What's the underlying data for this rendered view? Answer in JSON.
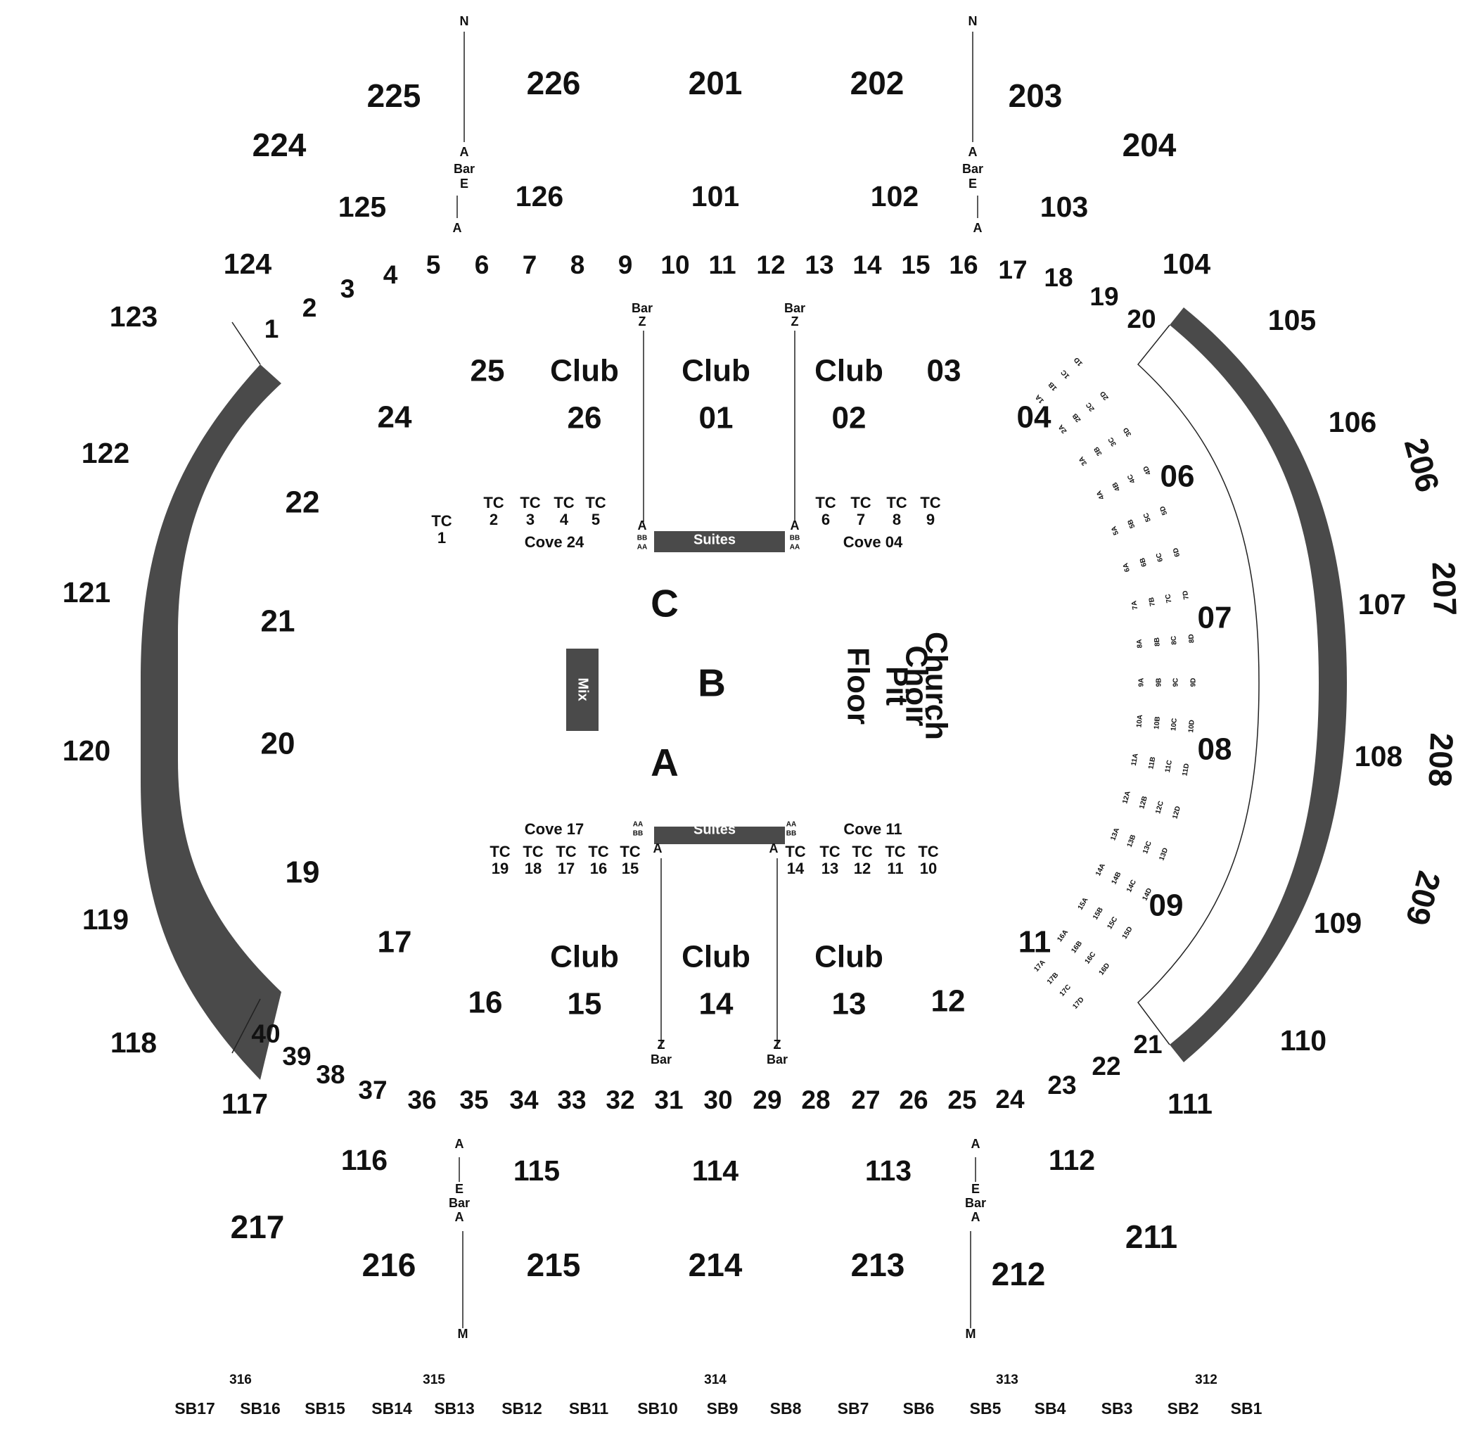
{
  "colors": {
    "structure": "#4a4a4a",
    "text": "#111111",
    "background": "#ffffff",
    "label_on_dark": "#ffffff"
  },
  "compass": {
    "north_left": "N",
    "north_right": "N",
    "marker_bottom_left": "M",
    "marker_bottom_right": "M"
  },
  "upper_sections": [
    "225",
    "226",
    "201",
    "202",
    "203",
    "224",
    "204",
    "217",
    "216",
    "215",
    "214",
    "213",
    "212",
    "211",
    "206",
    "207",
    "208",
    "209"
  ],
  "lower_sections": [
    "125",
    "126",
    "101",
    "102",
    "103",
    "124",
    "104",
    "123",
    "105",
    "122",
    "106",
    "121",
    "107",
    "120",
    "108",
    "119",
    "109",
    "118",
    "110",
    "117",
    "111",
    "116",
    "115",
    "114",
    "113",
    "112"
  ],
  "ring_sections_top": [
    "1",
    "2",
    "3",
    "4",
    "5",
    "6",
    "7",
    "8",
    "9",
    "10",
    "11",
    "12",
    "13",
    "14",
    "15",
    "16",
    "17",
    "18",
    "19",
    "20"
  ],
  "ring_sections_bottom": [
    "21",
    "22",
    "23",
    "24",
    "25",
    "26",
    "27",
    "28",
    "29",
    "30",
    "31",
    "32",
    "33",
    "34",
    "35",
    "36",
    "37",
    "38",
    "39",
    "40"
  ],
  "floor_sections": [
    "25",
    "24",
    "22",
    "21",
    "20",
    "19",
    "17",
    "16",
    "12",
    "11",
    "03",
    "04",
    "06",
    "07",
    "08",
    "09"
  ],
  "clubs": {
    "label": "Club",
    "top_numbers": [
      "26",
      "01",
      "02"
    ],
    "bottom_numbers": [
      "15",
      "14",
      "13"
    ]
  },
  "floor_letters": [
    "C",
    "B",
    "A"
  ],
  "floor_label": "Floor",
  "church_choir_pit": [
    "Church",
    "Choir",
    "Pit"
  ],
  "mix_label": "Mix",
  "suites_label": "Suites",
  "coves": [
    "Cove 24",
    "Cove 04",
    "Cove 17",
    "Cove 11"
  ],
  "tc_prefix": "TC",
  "tc_top": [
    "1",
    "2",
    "3",
    "4",
    "5",
    "6",
    "7",
    "8",
    "9"
  ],
  "tc_bottom": [
    "19",
    "18",
    "17",
    "16",
    "15",
    "14",
    "13",
    "12",
    "11",
    "10"
  ],
  "aisle_codes": {
    "a": "A",
    "bar": "Bar",
    "e": "E",
    "z": "Z",
    "bb": "BB",
    "aa": "AA"
  },
  "right_rows": [
    "1A",
    "1B",
    "1C",
    "1D",
    "2A",
    "2B",
    "2C",
    "2D",
    "3A",
    "3B",
    "3C",
    "3D",
    "4A",
    "4B",
    "4C",
    "4D",
    "5A",
    "5B",
    "5C",
    "5D",
    "6A",
    "6B",
    "6C",
    "6D",
    "7A",
    "7B",
    "7C",
    "7D",
    "8A",
    "8B",
    "8C",
    "8D",
    "9A",
    "9B",
    "9C",
    "9D",
    "10A",
    "10B",
    "10C",
    "10D",
    "11A",
    "11B",
    "11C",
    "11D",
    "12A",
    "12B",
    "12C",
    "12D",
    "13A",
    "13B",
    "13C",
    "13D",
    "14A",
    "14B",
    "14C",
    "14D",
    "15A",
    "15B",
    "15C",
    "15D",
    "16A",
    "16B",
    "16C",
    "16D",
    "17A",
    "17B",
    "17C",
    "17D"
  ],
  "level_300": [
    "316",
    "315",
    "314",
    "313",
    "312"
  ],
  "sky_boxes": [
    "SB17",
    "SB16",
    "SB15",
    "SB14",
    "SB13",
    "SB12",
    "SB11",
    "SB10",
    "SB9",
    "SB8",
    "SB7",
    "SB6",
    "SB5",
    "SB4",
    "SB3",
    "SB2",
    "SB1"
  ]
}
